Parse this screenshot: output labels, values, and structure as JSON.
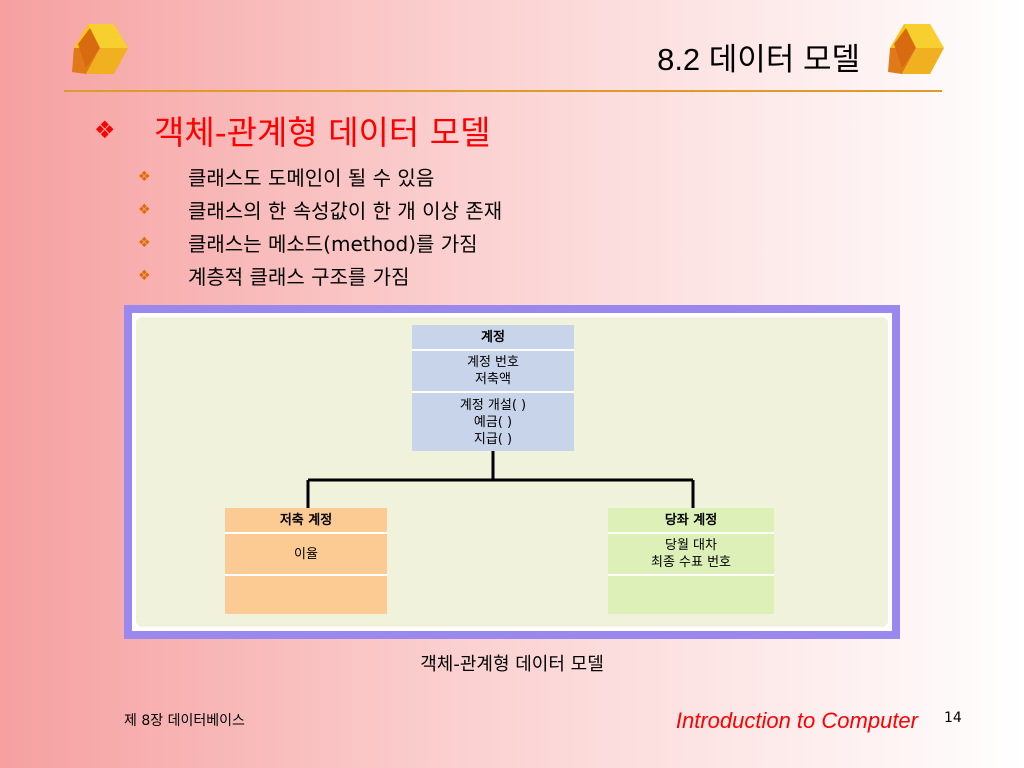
{
  "slide": {
    "section_title": "8.2 데이터 모델",
    "heading": "객체-관계형 데이터 모델",
    "bullets": [
      "클래스도 도메인이 될 수 있음",
      "클래스의 한 속성값이 한 개 이상 존재",
      "클래스는 메소드(method)를 가짐",
      "계층적 클래스 구조를 가짐"
    ],
    "bullet_icon": "diamond-bullet-icon"
  },
  "diagram": {
    "parent": {
      "name": "계정",
      "attributes": [
        "계정 번호",
        "저축액"
      ],
      "methods": [
        "계정 개설( )",
        "예금( )",
        "지급( )"
      ],
      "color": "#c8d4ea"
    },
    "children": [
      {
        "name": "저축 계정",
        "attributes": [
          "이율"
        ],
        "methods": [],
        "color": "#fccb94"
      },
      {
        "name": "당좌 계정",
        "attributes": [
          "당월 대차",
          "최종 수표 번호"
        ],
        "methods": [],
        "color": "#dcf0b8"
      }
    ],
    "caption": "객체-관계형 데이터 모델"
  },
  "footer": {
    "chapter": "제 8장 데이터베이스",
    "course": "Introduction to Computer",
    "page": "14"
  },
  "colors": {
    "heading": "#ff0000",
    "accent_rule": "#e09a2a",
    "diagram_border": "#9a88ee",
    "diagram_background": "#f0f2dc"
  }
}
